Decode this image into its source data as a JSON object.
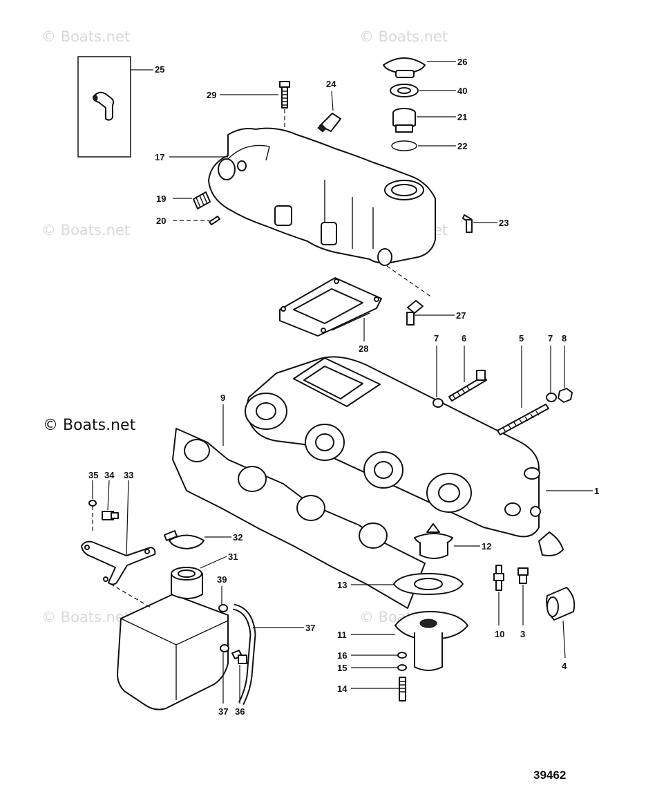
{
  "watermarks": {
    "faint": "© Boats.net",
    "bold": "© Boats.net"
  },
  "reference_number": "39462",
  "callouts": {
    "c1": "1",
    "c3": "3",
    "c4": "4",
    "c5": "5",
    "c6": "6",
    "c7a": "7",
    "c7b": "7",
    "c8": "8",
    "c9": "9",
    "c10": "10",
    "c11": "11",
    "c12": "12",
    "c13": "13",
    "c14": "14",
    "c15": "15",
    "c16": "16",
    "c17": "17",
    "c19": "19",
    "c20": "20",
    "c21": "21",
    "c22": "22",
    "c23": "23",
    "c24": "24",
    "c25": "25",
    "c26": "26",
    "c27": "27",
    "c28": "28",
    "c29": "29",
    "c31": "31",
    "c32": "32",
    "c33": "33",
    "c34": "34",
    "c35": "35",
    "c36": "36",
    "c37a": "37",
    "c37b": "37",
    "c39": "39",
    "c40": "40"
  }
}
